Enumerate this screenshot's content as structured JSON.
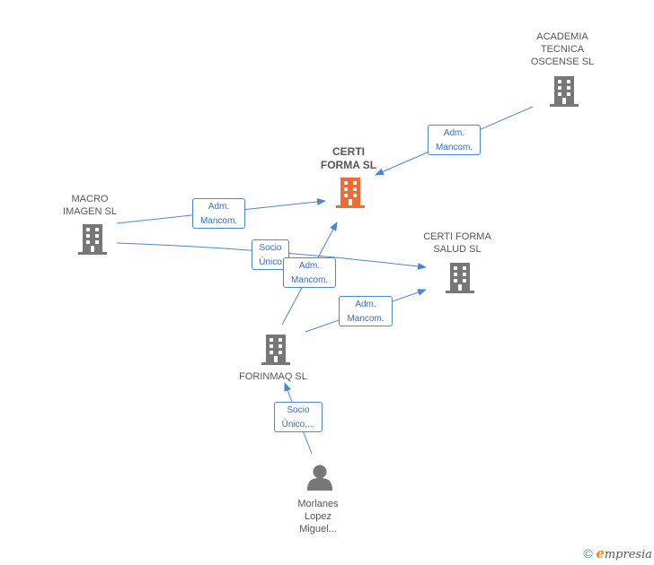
{
  "colors": {
    "edge": "#4a86d4",
    "building": "#777777",
    "building_focus": "#f26a33",
    "person": "#777777"
  },
  "nodes": {
    "certi_forma": {
      "label": "CERTI\nFORMA SL",
      "icon": "building-icon-highlighted"
    },
    "academia": {
      "label": "ACADEMIA\nTECNICA\nOSCENSE  SL",
      "icon": "building-icon"
    },
    "macro": {
      "label": "MACRO\nIMAGEN SL",
      "icon": "building-icon"
    },
    "certi_salud": {
      "label": "CERTI FORMA\nSALUD SL",
      "icon": "building-icon"
    },
    "forinmaq": {
      "label": "FORINMAQ SL",
      "icon": "building-icon"
    },
    "morlanes": {
      "label": "Morlanes\nLopez\nMiguel...",
      "icon": "person-icon"
    }
  },
  "edges": {
    "academia_certi": "Adm.\nMancom.",
    "macro_certi": "Adm.\nMancom.",
    "macro_salud": "Socio\nÚnico",
    "forinmaq_certi": "Adm.\nMancom.",
    "forinmaq_salud": "Adm.\nMancom.",
    "morlanes_forinmaq": "Socio\nÚnico,..."
  },
  "footer": {
    "copyright": "©",
    "brand_initial": "e",
    "brand_rest": "mpresia"
  }
}
